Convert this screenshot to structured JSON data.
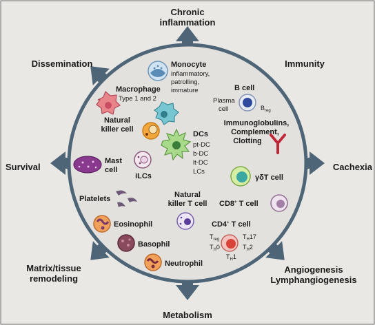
{
  "outcomes": {
    "chronic": [
      "Chronic",
      "inflammation"
    ],
    "immunity": "Immunity",
    "cachexia": "Cachexia",
    "angio": [
      "Angiogenesis",
      "Lymphangiogenesis"
    ],
    "metabolism": "Metabolism",
    "matrix": [
      "Matrix/tissue",
      "remodeling"
    ],
    "survival": "Survival",
    "dissemination": "Dissemination"
  },
  "cells": {
    "monocyte": {
      "title": "Monocyte",
      "sub": [
        "inflammatory,",
        "patrolling,",
        "immature"
      ]
    },
    "macrophage": {
      "title": "Macrophage",
      "sub": "Type 1 and 2"
    },
    "bcell": {
      "title": "B cell",
      "plasma": [
        "Plasma",
        "cell"
      ],
      "breg": "B",
      "breg_sub": "reg"
    },
    "immuno": [
      "Immunoglobulins,",
      "Complement,",
      "Clotting"
    ],
    "nk": [
      "Natural",
      "killer cell"
    ],
    "dcs": {
      "title": "DCs",
      "sub": [
        "pt-DC",
        "b-DC",
        "lt-DC",
        "LCs"
      ]
    },
    "mast": [
      "Mast",
      "cell"
    ],
    "ilcs": "iLCs",
    "gdt": "γδT cell",
    "platelets": "Platelets",
    "nkt": [
      "Natural",
      "killer T cell"
    ],
    "cd8": {
      "main": "CD8",
      "sup": "+",
      "rest": " T cell"
    },
    "cd4": {
      "main": "CD4",
      "sup": "+",
      "rest": " T cell",
      "subsets": [
        {
          "main": "T",
          "sub": "reg"
        },
        {
          "main": "T",
          "sub": "H",
          "tail": "17"
        },
        {
          "main": "T",
          "sub": "H",
          "tail": "0"
        },
        {
          "main": "T",
          "sub": "H",
          "tail": "2"
        },
        {
          "main": "T",
          "sub": "H",
          "tail": "1"
        }
      ]
    },
    "eosinophil": "Eosinophil",
    "basophil": "Basophil",
    "neutrophil": "Neutrophil"
  },
  "colors": {
    "arrow": "#4d6577",
    "circle_fill": "#e3e1de",
    "circle_stroke": "#4d6577",
    "background": "#e9e8e5"
  }
}
